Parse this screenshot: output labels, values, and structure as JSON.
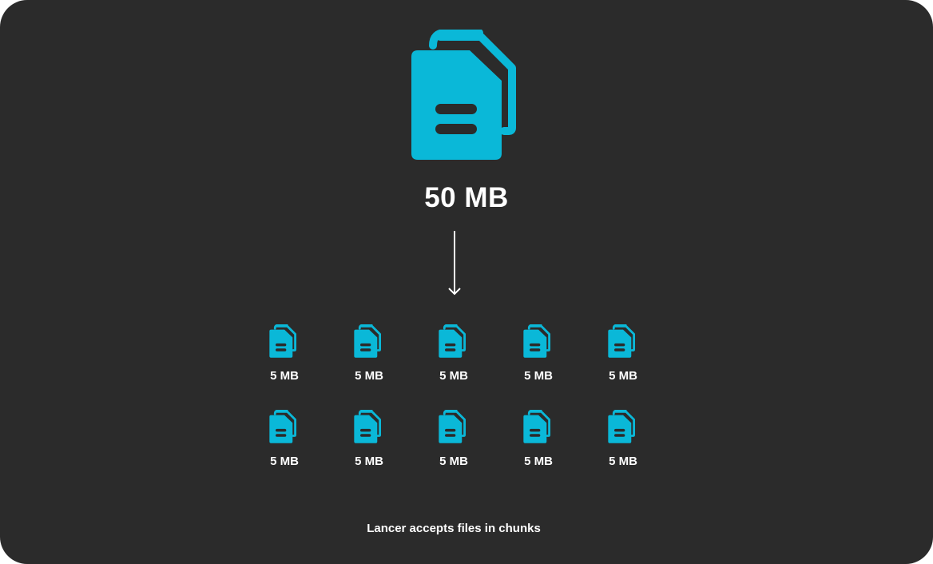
{
  "colors": {
    "background": "#2b2b2b",
    "accent": "#0ab8d8",
    "text": "#ffffff"
  },
  "source_file": {
    "icon": "file-copy-icon",
    "size_label": "50 MB"
  },
  "arrow_icon": "arrow-down-icon",
  "chunks": [
    {
      "icon": "file-copy-icon",
      "size_label": "5 MB"
    },
    {
      "icon": "file-copy-icon",
      "size_label": "5 MB"
    },
    {
      "icon": "file-copy-icon",
      "size_label": "5 MB"
    },
    {
      "icon": "file-copy-icon",
      "size_label": "5 MB"
    },
    {
      "icon": "file-copy-icon",
      "size_label": "5 MB"
    },
    {
      "icon": "file-copy-icon",
      "size_label": "5 MB"
    },
    {
      "icon": "file-copy-icon",
      "size_label": "5 MB"
    },
    {
      "icon": "file-copy-icon",
      "size_label": "5 MB"
    },
    {
      "icon": "file-copy-icon",
      "size_label": "5 MB"
    },
    {
      "icon": "file-copy-icon",
      "size_label": "5 MB"
    }
  ],
  "caption": "Lancer accepts files in chunks"
}
